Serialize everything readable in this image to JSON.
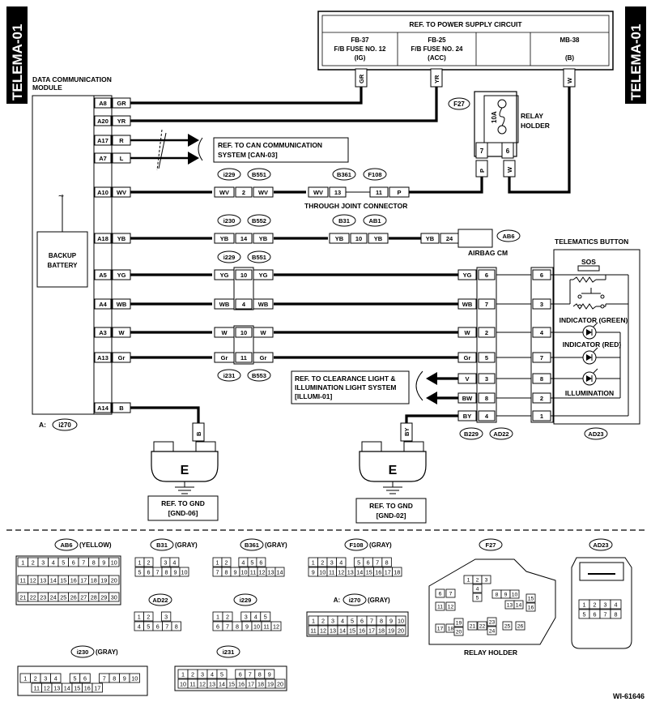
{
  "page_code": "TELEMA-01",
  "dcm": {
    "title": "DATA COMMUNICATION MODULE",
    "title_l1": "DATA COMMUNICATION",
    "title_l2": "MODULE",
    "battery_l1": "BACKUP",
    "battery_l2": "BATTERY",
    "conn_label": "A:",
    "conn_ref": "i270"
  },
  "power": {
    "title": "REF. TO POWER SUPPLY CIRCUIT",
    "cells": [
      {
        "l1": "FB-37",
        "l2": "F/B FUSE NO. 12",
        "l3": "(IG)"
      },
      {
        "l1": "FB-25",
        "l2": "F/B FUSE NO. 24",
        "l3": "(ACC)"
      },
      {
        "l1": "",
        "l2": "",
        "l3": ""
      },
      {
        "l1": "MB-38",
        "l2": "",
        "l3": "(B)"
      }
    ],
    "wires": [
      "GR",
      "YR",
      "W"
    ]
  },
  "relay": {
    "ref": "F27",
    "l1": "RELAY",
    "l2": "HOLDER",
    "fuse": "10A",
    "pins": [
      "7",
      "6"
    ],
    "wires": [
      "P",
      "W"
    ]
  },
  "can_ref": {
    "l1": "REF. TO CAN COMMUNICATION",
    "l2": "SYSTEM [CAN-03]"
  },
  "through_joint": "THROUGH JOINT CONNECTOR",
  "airbag_cm": "AIRBAG CM",
  "airbag_ref": "AB6",
  "lighting_ref": {
    "l1": "REF. TO CLEARANCE LIGHT &",
    "l2": "ILLUMINATION LIGHT SYSTEM",
    "l3": "[ILLUMI-01]"
  },
  "telematics": {
    "title": "TELEMATICS BUTTON",
    "sos": "SOS",
    "ind_green": "INDICATOR (GREEN)",
    "ind_red": "INDICATOR (RED)",
    "illum": "ILLUMINATION",
    "ref": "AD23"
  },
  "dcm_pins": [
    {
      "pin": "A8",
      "wire": "GR"
    },
    {
      "pin": "A20",
      "wire": "YR"
    },
    {
      "pin": "A17",
      "wire": "R"
    },
    {
      "pin": "A7",
      "wire": "L"
    },
    {
      "pin": "A10",
      "wire": "WV"
    },
    {
      "pin": "A18",
      "wire": "YB"
    },
    {
      "pin": "A5",
      "wire": "YG"
    },
    {
      "pin": "A4",
      "wire": "WB"
    },
    {
      "pin": "A3",
      "wire": "W"
    },
    {
      "pin": "A13",
      "wire": "Gr"
    },
    {
      "pin": "A14",
      "wire": "B"
    }
  ],
  "inline_conns": {
    "r1": {
      "a": "i229",
      "b": "B551",
      "lw": "WV",
      "pin": "2",
      "rw": "WV"
    },
    "r1b": {
      "a": "B361",
      "b": "F108",
      "lw": "WV",
      "pin1": "13",
      "pin2": "11",
      "rw": "P"
    },
    "r2": {
      "a": "i230",
      "b": "B552",
      "lw": "YB",
      "pin": "14",
      "rw": "YB"
    },
    "r2b": {
      "a": "B31",
      "b": "AB1",
      "lw": "YB",
      "pin": "10",
      "rw": "YB"
    },
    "r2c": {
      "lw": "YB",
      "pin": "24"
    },
    "r3": {
      "a": "i229",
      "b": "B551"
    },
    "r3rows": [
      {
        "lw": "YG",
        "pin": "10",
        "rw": "YG"
      },
      {
        "lw": "WB",
        "pin": "4",
        "rw": "WB"
      },
      {
        "lw": "W",
        "pin": "10",
        "rw": "W"
      },
      {
        "lw": "Gr",
        "pin": "11",
        "rw": "Gr"
      }
    ],
    "r3bot": {
      "a": "i231",
      "b": "B553"
    }
  },
  "right_block": {
    "rows": [
      {
        "wire": "YG",
        "pin": "6",
        "btn": "6"
      },
      {
        "wire": "WB",
        "pin": "7",
        "btn": "3"
      },
      {
        "wire": "W",
        "pin": "2",
        "btn": "4"
      },
      {
        "wire": "Gr",
        "pin": "5",
        "btn": "7"
      },
      {
        "wire": "V",
        "pin": "3",
        "btn": "8"
      },
      {
        "wire": "BW",
        "pin": "8",
        "btn": "2"
      },
      {
        "wire": "BY",
        "pin": "4",
        "btn": "1"
      }
    ],
    "refs": [
      "B229",
      "AD22"
    ]
  },
  "grounds": [
    {
      "wire": "B",
      "label": "E",
      "ref_l1": "REF. TO GND",
      "ref_l2": "[GND-06]"
    },
    {
      "wire": "BY",
      "label": "E",
      "ref_l1": "REF. TO GND",
      "ref_l2": "[GND-02]"
    }
  ],
  "connectors": [
    {
      "id": "AB6",
      "color": "(YELLOW)",
      "rows": [
        [
          "1",
          "2",
          "3",
          "4",
          "5",
          "6",
          "7",
          "8",
          "9",
          "10"
        ],
        [
          "11",
          "12",
          "13",
          "14",
          "15",
          "16",
          "17",
          "18",
          "19",
          "20"
        ],
        [
          "21",
          "22",
          "23",
          "24",
          "25",
          "26",
          "27",
          "28",
          "29",
          "30"
        ]
      ]
    },
    {
      "id": "B31",
      "color": "(GRAY)",
      "rows": [
        [
          "1",
          "2",
          "",
          "3",
          "4"
        ],
        [
          "5",
          "6",
          "7",
          "8",
          "9",
          "10"
        ]
      ]
    },
    {
      "id": "B361",
      "color": "(GRAY)",
      "rows": [
        [
          "1",
          "2",
          "",
          "4",
          "5",
          "6"
        ],
        [
          "7",
          "8",
          "9",
          "10",
          "11",
          "12",
          "13",
          "14"
        ]
      ]
    },
    {
      "id": "F108",
      "color": "(GRAY)",
      "rows": [
        [
          "1",
          "2",
          "3",
          "4",
          "",
          "5",
          "6",
          "7",
          "8"
        ],
        [
          "9",
          "10",
          "11",
          "12",
          "13",
          "14",
          "15",
          "16",
          "17",
          "18"
        ]
      ]
    },
    {
      "id": "F27",
      "color": "",
      "caption": "RELAY HOLDER",
      "cells": [
        "1",
        "2",
        "3",
        "4",
        "5",
        "6",
        "7",
        "8",
        "9",
        "10",
        "11",
        "12",
        "13",
        "14",
        "15",
        "16",
        "17",
        "18",
        "19",
        "20",
        "21",
        "22",
        "23",
        "24",
        "25",
        "26"
      ]
    },
    {
      "id": "AD23",
      "color": "",
      "rows": [
        [
          "1",
          "2",
          "3",
          "4"
        ],
        [
          "5",
          "6",
          "7",
          "8"
        ]
      ]
    },
    {
      "id": "AD22",
      "color": "",
      "rows": [
        [
          "1",
          "2",
          "",
          "3"
        ],
        [
          "4",
          "5",
          "6",
          "7",
          "8"
        ]
      ]
    },
    {
      "id": "i229",
      "color": "",
      "rows": [
        [
          "1",
          "2",
          "",
          "3",
          "4",
          "5"
        ],
        [
          "6",
          "7",
          "8",
          "9",
          "10",
          "11",
          "12"
        ]
      ]
    },
    {
      "id": "i270",
      "prefix": "A:",
      "color": "(GRAY)",
      "rows": [
        [
          "1",
          "2",
          "3",
          "4",
          "5",
          "6",
          "7",
          "8",
          "9",
          "10"
        ],
        [
          "11",
          "12",
          "13",
          "14",
          "15",
          "16",
          "17",
          "18",
          "19",
          "20"
        ]
      ]
    },
    {
      "id": "i230",
      "color": "(GRAY)",
      "rows": [
        [
          "1",
          "2",
          "3",
          "4",
          "",
          "5",
          "6",
          "",
          "7",
          "8",
          "9",
          "10"
        ],
        [
          "11",
          "12",
          "13",
          "14",
          "15",
          "16",
          "17"
        ]
      ]
    },
    {
      "id": "i231",
      "color": "",
      "rows": [
        [
          "1",
          "2",
          "3",
          "4",
          "5",
          "",
          "6",
          "7",
          "8",
          "9"
        ],
        [
          "10",
          "11",
          "12",
          "13",
          "14",
          "15",
          "16",
          "17",
          "18",
          "19",
          "20"
        ]
      ]
    }
  ],
  "footer_code": "WI-61646"
}
